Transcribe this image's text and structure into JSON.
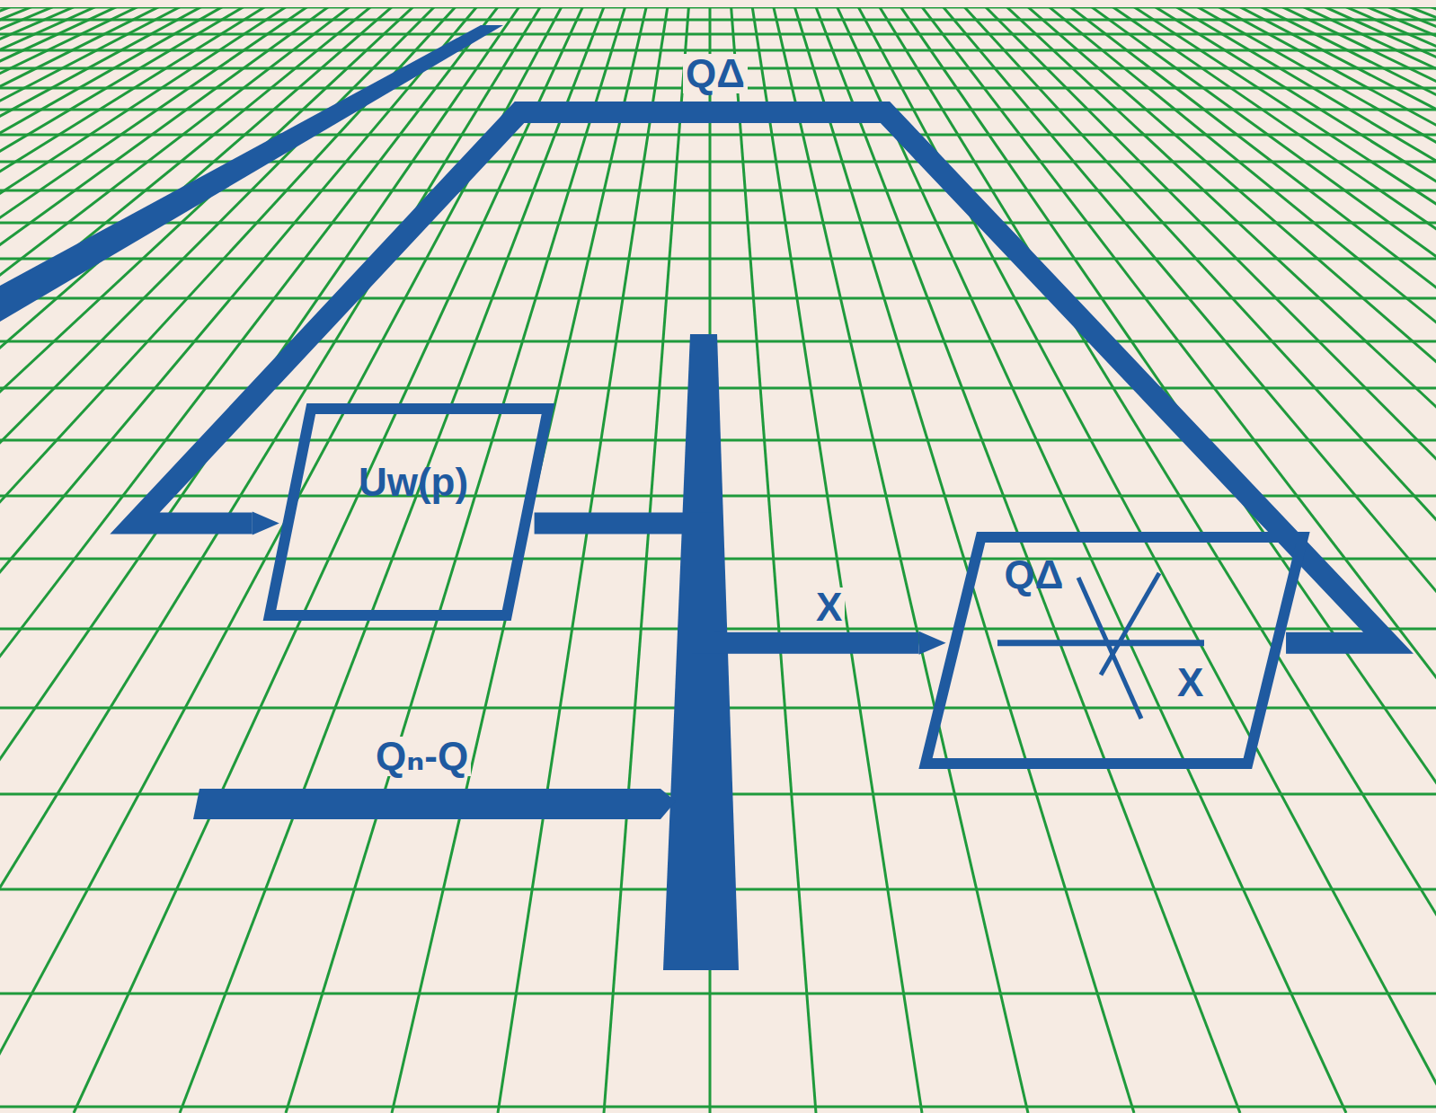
{
  "diagram": {
    "nodes": [
      {
        "text": [
          "Uw(p)"
        ]
      },
      {
        "text": [
          "QΔ",
          "X"
        ]
      }
    ],
    "edges": [
      {
        "from": 0,
        "to": 1,
        "arrow": "to",
        "label": "X"
      },
      {
        "from": 1,
        "to": 0,
        "arrow": "to",
        "label": "QΔ"
      }
    ],
    "labels": [
      "Qₙ-Q"
    ]
  }
}
